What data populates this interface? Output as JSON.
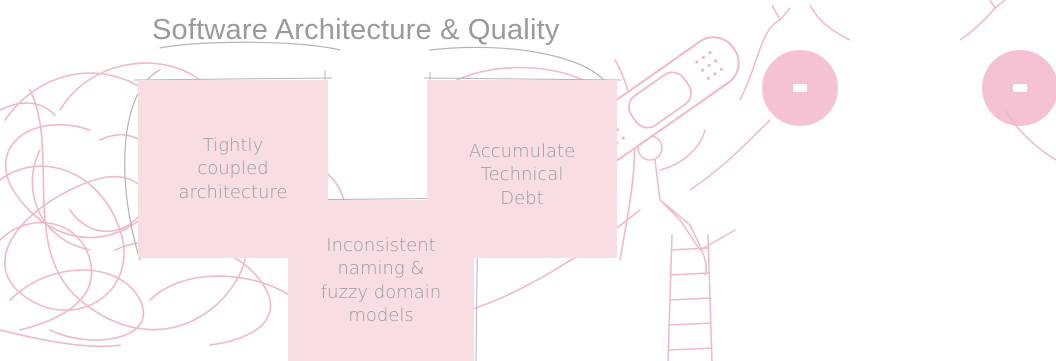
{
  "diagram": {
    "title": "Software Architecture & Quality",
    "notes": [
      {
        "id": "tightly-coupled",
        "text": [
          "Tightly",
          "coupled",
          "architecture"
        ]
      },
      {
        "id": "technical-debt",
        "text": [
          "Accumulate",
          "Technical",
          "Debt"
        ]
      },
      {
        "id": "inconsistent-naming",
        "text": [
          "Inconsistent",
          "naming &",
          "fuzzy domain",
          "models"
        ]
      }
    ]
  },
  "colors": {
    "line": "#f0b9c4",
    "grey_line": "#b5b5b5",
    "sticky": "#f8dde2",
    "text": "#9a9a9a",
    "circle": "#f4c2d2"
  },
  "icons": [
    "bandage-icon",
    "stick-figure-icon",
    "ladder-icon",
    "balloon-icon"
  ]
}
